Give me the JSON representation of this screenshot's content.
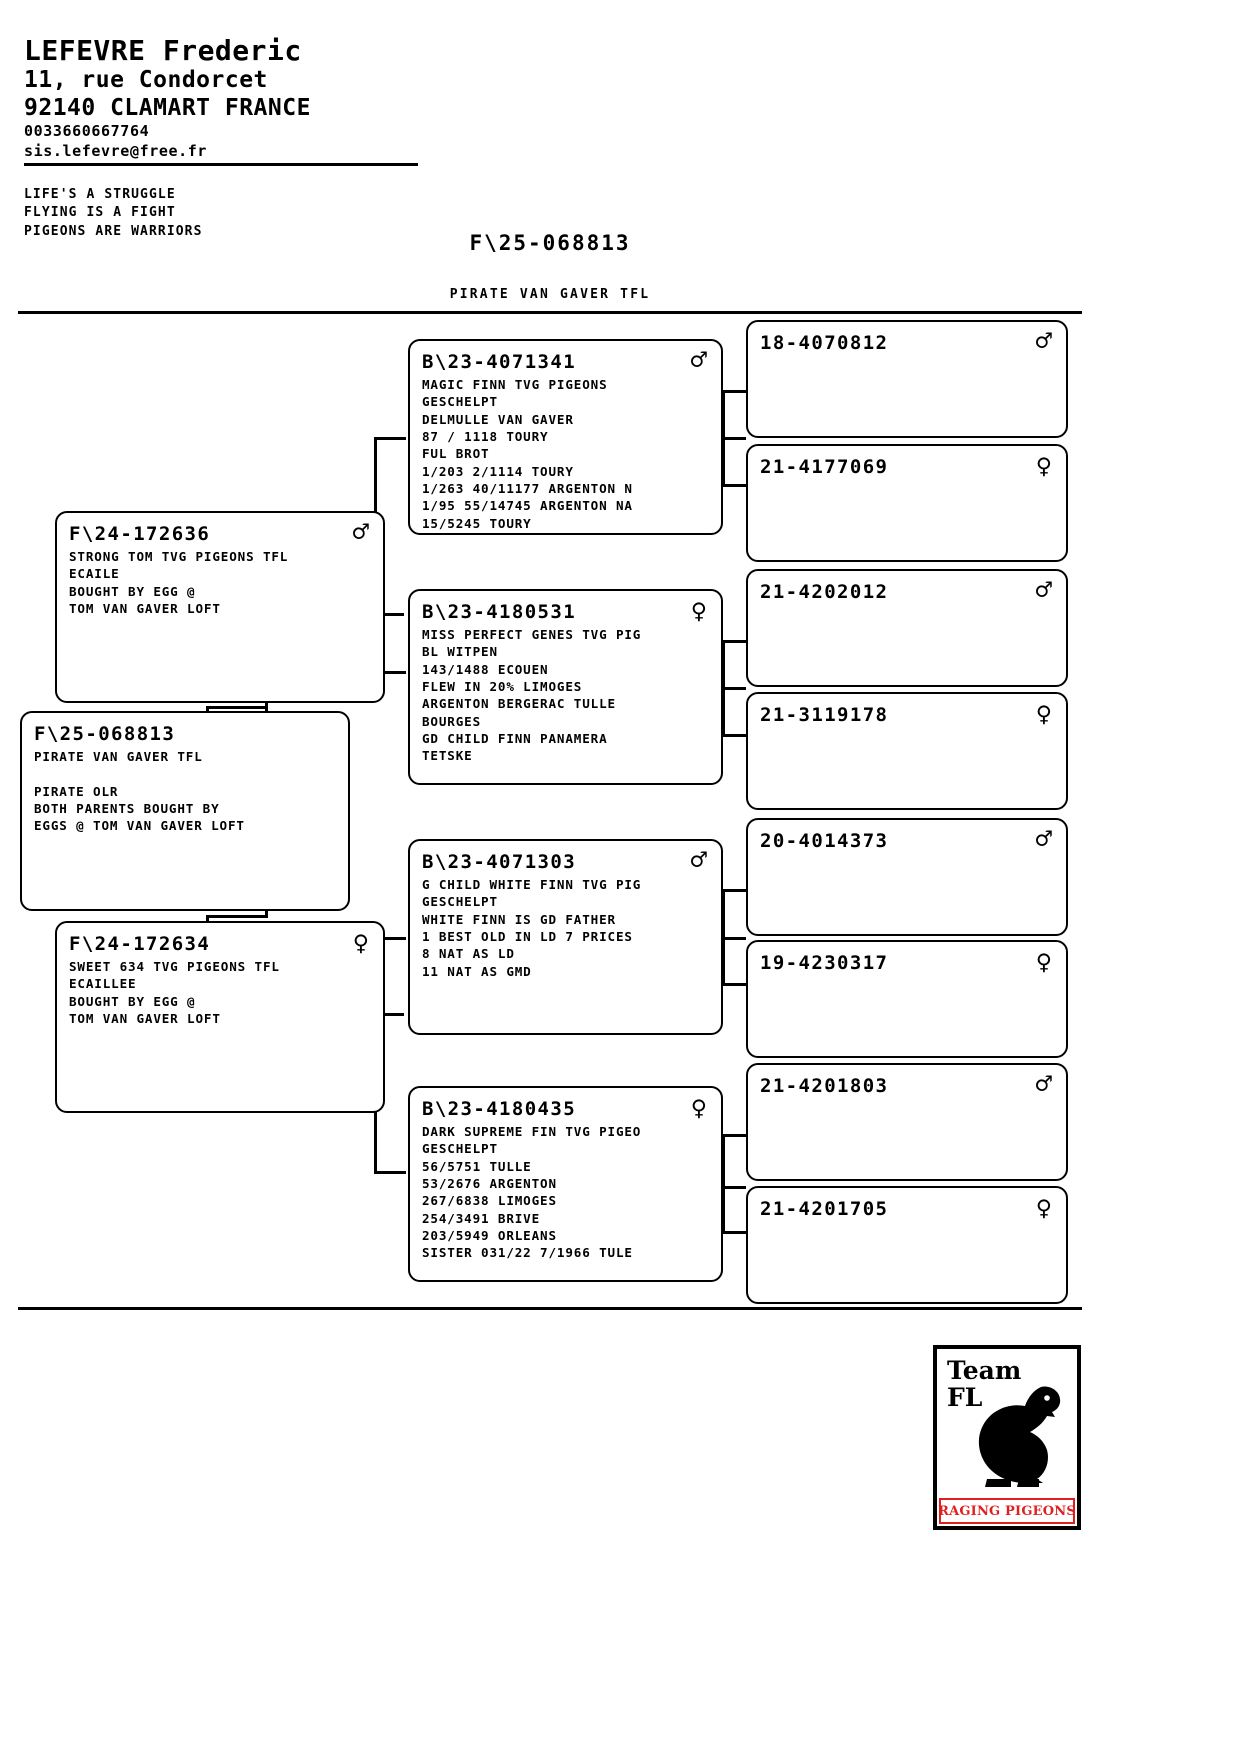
{
  "header": {
    "name": "LEFEVRE Frederic",
    "street": "11, rue Condorcet",
    "city": "92140 CLAMART FRANCE",
    "phone": "0033660667764",
    "email": "sis.lefevre@free.fr",
    "motto": "LIFE'S A STRUGGLE\nFLYING IS A FIGHT\nPIGEONS ARE WARRIORS"
  },
  "title": {
    "ring": "F\\25-068813",
    "name": "PIRATE VAN GAVER TFL"
  },
  "subject": {
    "ring": "F\\25-068813",
    "details": "PIRATE VAN GAVER TFL\n\nPIRATE OLR\nBOTH PARENTS BOUGHT BY\nEGGS @ TOM VAN GAVER LOFT",
    "sex": ""
  },
  "parents": [
    {
      "ring": "F\\24-172636",
      "details": "STRONG TOM TVG PIGEONS TFL\nECAILE\nBOUGHT BY EGG @\nTOM VAN GAVER LOFT",
      "sex": "♂",
      "sex_name": "male"
    },
    {
      "ring": "F\\24-172634",
      "details": "SWEET 634 TVG PIGEONS TFL\nECAILLEE\nBOUGHT BY EGG @\nTOM VAN GAVER LOFT",
      "sex": "♀",
      "sex_name": "female"
    }
  ],
  "grandparents": [
    {
      "ring": "B\\23-4071341",
      "details": "MAGIC FINN TVG PIGEONS\nGESCHELPT\nDELMULLE VAN GAVER\n87 / 1118 TOURY\nFUL BROT\n1/203 2/1114 TOURY\n1/263 40/11177 ARGENTON N\n1/95 55/14745 ARGENTON NA\n15/5245 TOURY",
      "sex": "♂",
      "sex_name": "male"
    },
    {
      "ring": "B\\23-4180531",
      "details": "MISS PERFECT GENES TVG PIG\nBL WITPEN\n143/1488 ECOUEN\nFLEW IN 20% LIMOGES\nARGENTON BERGERAC TULLE\nBOURGES\nGD CHILD FINN PANAMERA\nTETSKE",
      "sex": "♀",
      "sex_name": "female"
    },
    {
      "ring": "B\\23-4071303",
      "details": "G CHILD WHITE FINN TVG PIG\nGESCHELPT\nWHITE FINN IS GD FATHER\n1 BEST OLD IN LD 7 PRICES\n8 NAT AS LD\n11 NAT AS GMD",
      "sex": "♂",
      "sex_name": "male"
    },
    {
      "ring": "B\\23-4180435",
      "details": "DARK SUPREME FIN TVG PIGEO\nGESCHELPT\n56/5751 TULLE\n53/2676 ARGENTON\n267/6838 LIMOGES\n254/3491 BRIVE\n203/5949 ORLEANS\nSISTER 031/22 7/1966 TULE",
      "sex": "♀",
      "sex_name": "female"
    }
  ],
  "greatgrandparents": [
    {
      "ring": "18-4070812",
      "sex": "♂",
      "sex_name": "male"
    },
    {
      "ring": "21-4177069",
      "sex": "♀",
      "sex_name": "female"
    },
    {
      "ring": "21-4202012",
      "sex": "♂",
      "sex_name": "male"
    },
    {
      "ring": "21-3119178",
      "sex": "♀",
      "sex_name": "female"
    },
    {
      "ring": "20-4014373",
      "sex": "♂",
      "sex_name": "male"
    },
    {
      "ring": "19-4230317",
      "sex": "♀",
      "sex_name": "female"
    },
    {
      "ring": "21-4201803",
      "sex": "♂",
      "sex_name": "male"
    },
    {
      "ring": "21-4201705",
      "sex": "♀",
      "sex_name": "female"
    }
  ],
  "logo": {
    "team": "Team\nFL",
    "banner": "RAGING PIGEONS",
    "accent": "#e02020"
  }
}
